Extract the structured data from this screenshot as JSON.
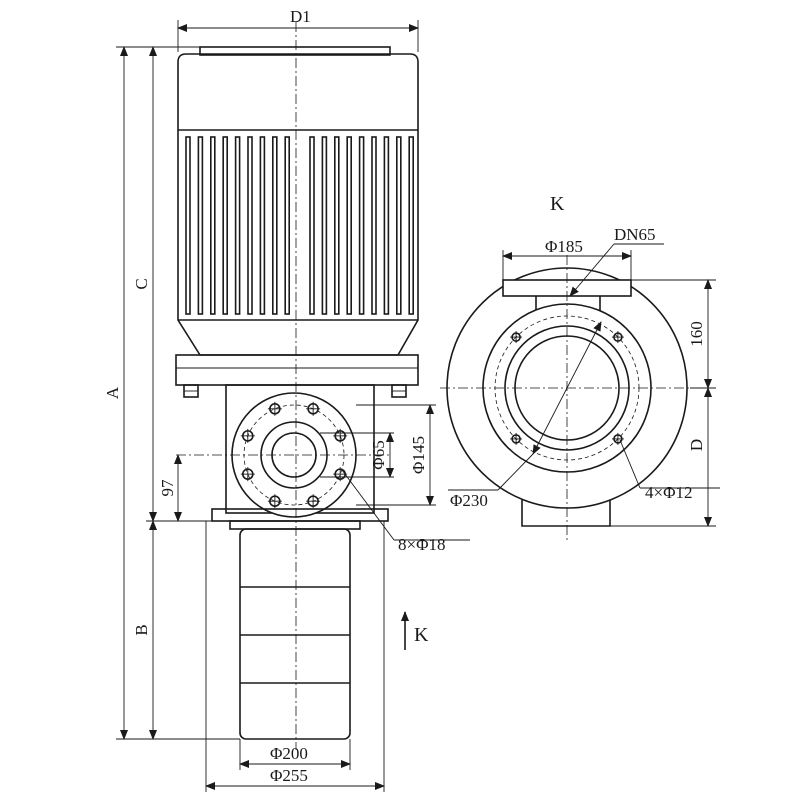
{
  "labels": {
    "d1": "D1",
    "a": "A",
    "b": "B",
    "c": "C",
    "d": "D",
    "h97": "97",
    "phi65": "Φ65",
    "phi145": "Φ145",
    "phi185": "Φ185",
    "dn65": "DN65",
    "h160": "160",
    "phi230": "Φ230",
    "holes_side": "4×Φ12",
    "holes_front": "8×Φ18",
    "phi200": "Φ200",
    "phi255": "Φ255",
    "view_k_title": "K",
    "view_k_arrow": "K"
  },
  "colors": {
    "line": "#1a1a1a",
    "background": "#ffffff"
  }
}
